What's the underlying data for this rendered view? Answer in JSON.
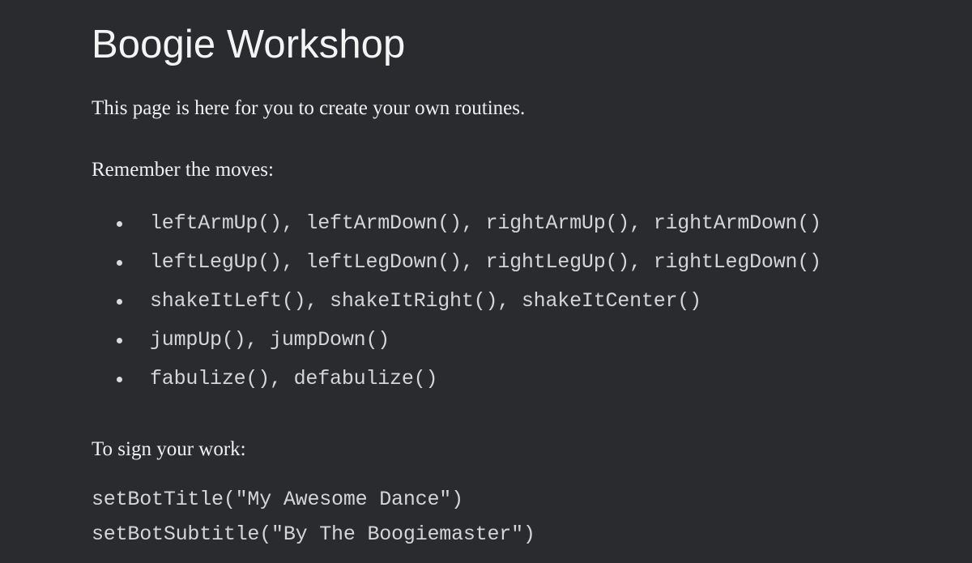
{
  "page": {
    "title": "Boogie Workshop",
    "background_color": "#2a2b2f",
    "title_color": "#f4f4f5",
    "body_text_color": "#f0f0f1",
    "code_text_color": "#d3d5d7",
    "bullet_color": "#d8dadc"
  },
  "intro": {
    "paragraph": "This page is here for you to create your own routines."
  },
  "moves": {
    "heading": "Remember the moves:",
    "items": [
      "leftArmUp(), leftArmDown(), rightArmUp(), rightArmDown()",
      "leftLegUp(), leftLegDown(), rightLegUp(), rightLegDown()",
      "shakeItLeft(), shakeItRight(), shakeItCenter()",
      "jumpUp(), jumpDown()",
      "fabulize(), defabulize()"
    ]
  },
  "signature": {
    "heading": "To sign your work:",
    "lines": [
      "setBotTitle(\"My Awesome Dance\")",
      "setBotSubtitle(\"By The Boogiemaster\")"
    ]
  }
}
